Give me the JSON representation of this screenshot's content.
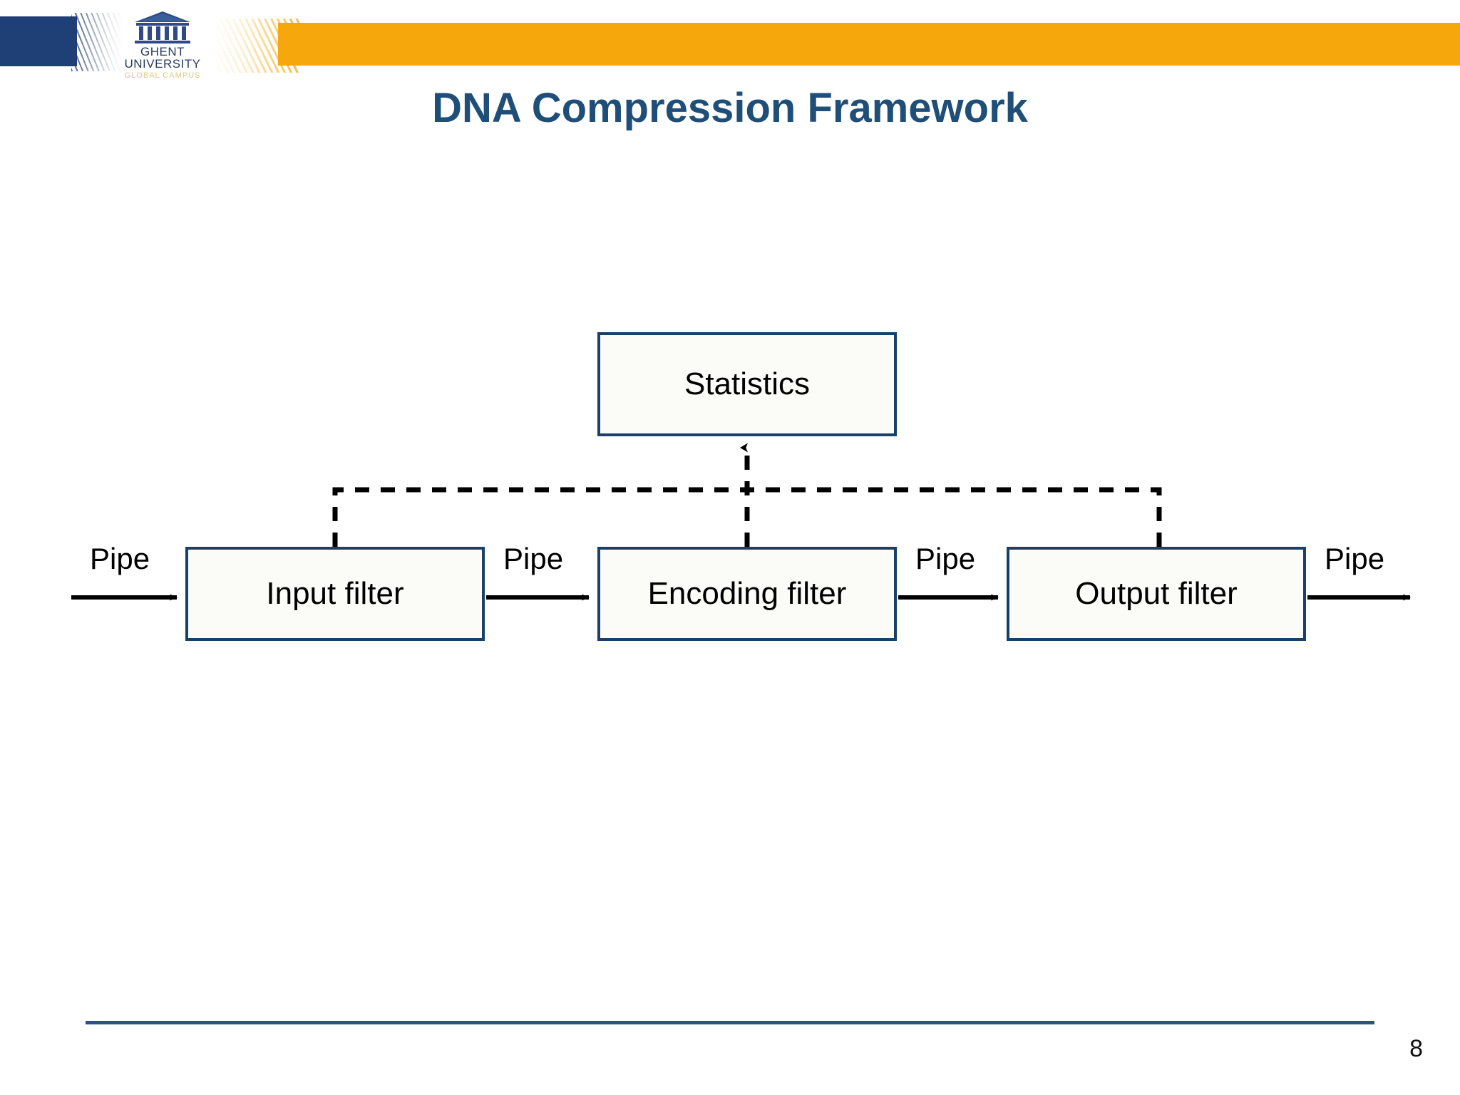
{
  "slide": {
    "title": "DNA Compression Framework",
    "page_number": "8",
    "title_color": "#1F4E79",
    "accent_blue": "#1F3F77",
    "accent_yellow": "#F5A70B",
    "footer_rule_color": "#2E5085"
  },
  "branding": {
    "logo_icon": "ghent-university-pediment-icon",
    "line1": "GHENT",
    "line2": "UNIVERSITY",
    "line3": "GLOBAL CAMPUS",
    "text_color": "#2B3A62",
    "subtitle_color": "#D8B25A"
  },
  "diagram": {
    "type": "pipeline-flow-diagram",
    "nodes": [
      {
        "id": "statistics",
        "label": "Statistics"
      },
      {
        "id": "input-filter",
        "label": "Input filter"
      },
      {
        "id": "encoding-filter",
        "label": "Encoding filter"
      },
      {
        "id": "output-filter",
        "label": "Output filter"
      }
    ],
    "edge_labels": [
      {
        "id": "pipe-in",
        "label": "Pipe"
      },
      {
        "id": "pipe-input-enc",
        "label": "Pipe"
      },
      {
        "id": "pipe-enc-out",
        "label": "Pipe"
      },
      {
        "id": "pipe-out",
        "label": "Pipe"
      }
    ],
    "box_border_color": "#17406B",
    "box_fill_color": "#FBFBF7",
    "arrow_color": "#000000"
  }
}
